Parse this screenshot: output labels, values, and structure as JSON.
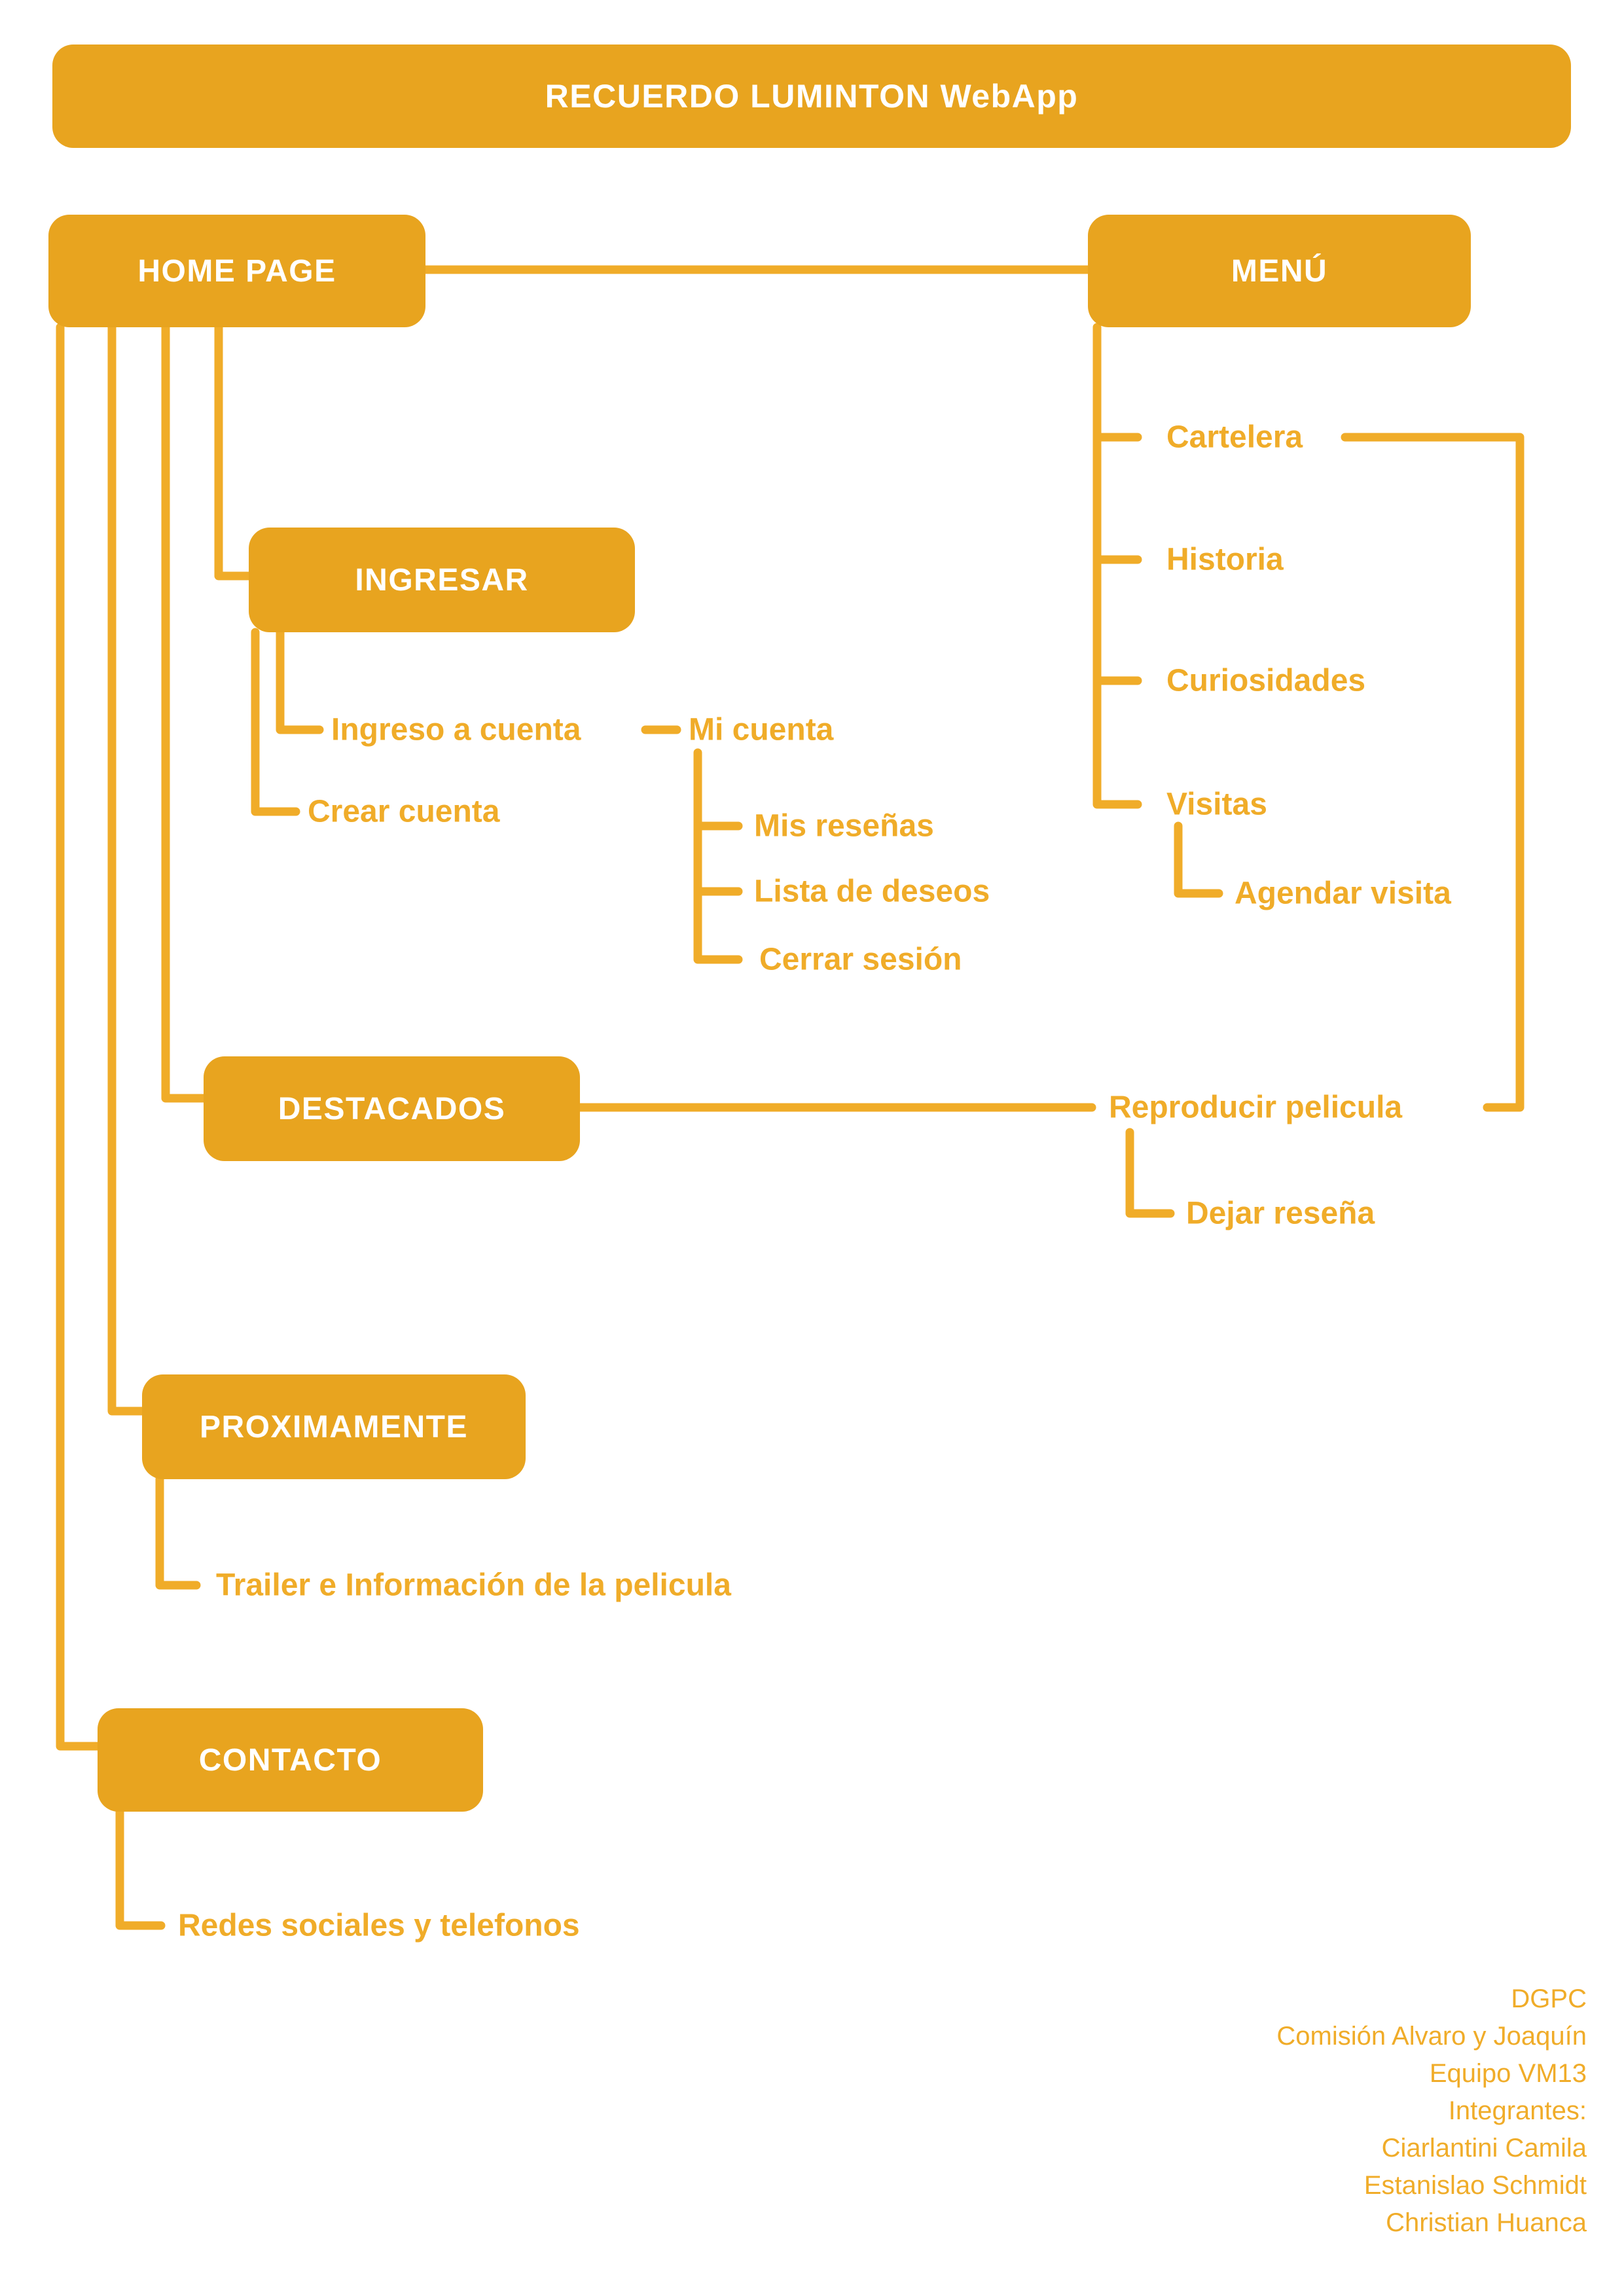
{
  "colors": {
    "box_fill": "#E8A41F",
    "connector_and_text": "#F0AC29",
    "text_on_box": "#FFFFFF",
    "background": "#FFFFFF"
  },
  "header": {
    "title": "RECUERDO LUMINTON WebApp"
  },
  "nodes": {
    "home": "HOME PAGE",
    "menu": "MENÚ",
    "ingresar": "INGRESAR",
    "destacados": "DESTACADOS",
    "proximamente": "PROXIMAMENTE",
    "contacto": "CONTACTO"
  },
  "items": {
    "cartelera": "Cartelera",
    "historia": "Historia",
    "curiosidades": "Curiosidades",
    "visitas": "Visitas",
    "agendar_visita": "Agendar visita",
    "ingreso_a_cuenta": "Ingreso a cuenta",
    "mi_cuenta": "Mi cuenta",
    "crear_cuenta": "Crear cuenta",
    "mis_resenas": "Mis reseñas",
    "lista_de_deseos": "Lista de deseos",
    "cerrar_sesion": "Cerrar sesión",
    "reproducir_pelicula": "Reproducir pelicula",
    "dejar_resena": "Dejar reseña",
    "trailer_info": "Trailer e Información de la pelicula",
    "redes_sociales": "Redes sociales y telefonos"
  },
  "credits": {
    "lines": [
      "DGPC",
      "Comisión Alvaro y Joaquín",
      "Equipo VM13",
      "Integrantes:",
      "Ciarlantini Camila",
      "Estanislao Schmidt",
      "Christian Huanca"
    ]
  }
}
